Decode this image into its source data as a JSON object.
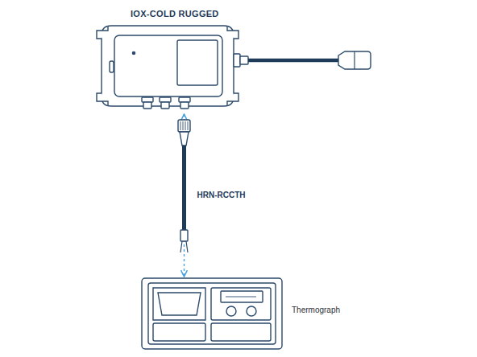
{
  "diagram": {
    "nodes": [
      {
        "text": [
          "IOX-COLD RUGGED"
        ]
      },
      {
        "text": [
          "Thermograph"
        ]
      }
    ],
    "edges": [
      {
        "from": 0,
        "to": 1,
        "label": "HRN-RCCTH",
        "arrow": "both"
      }
    ]
  }
}
